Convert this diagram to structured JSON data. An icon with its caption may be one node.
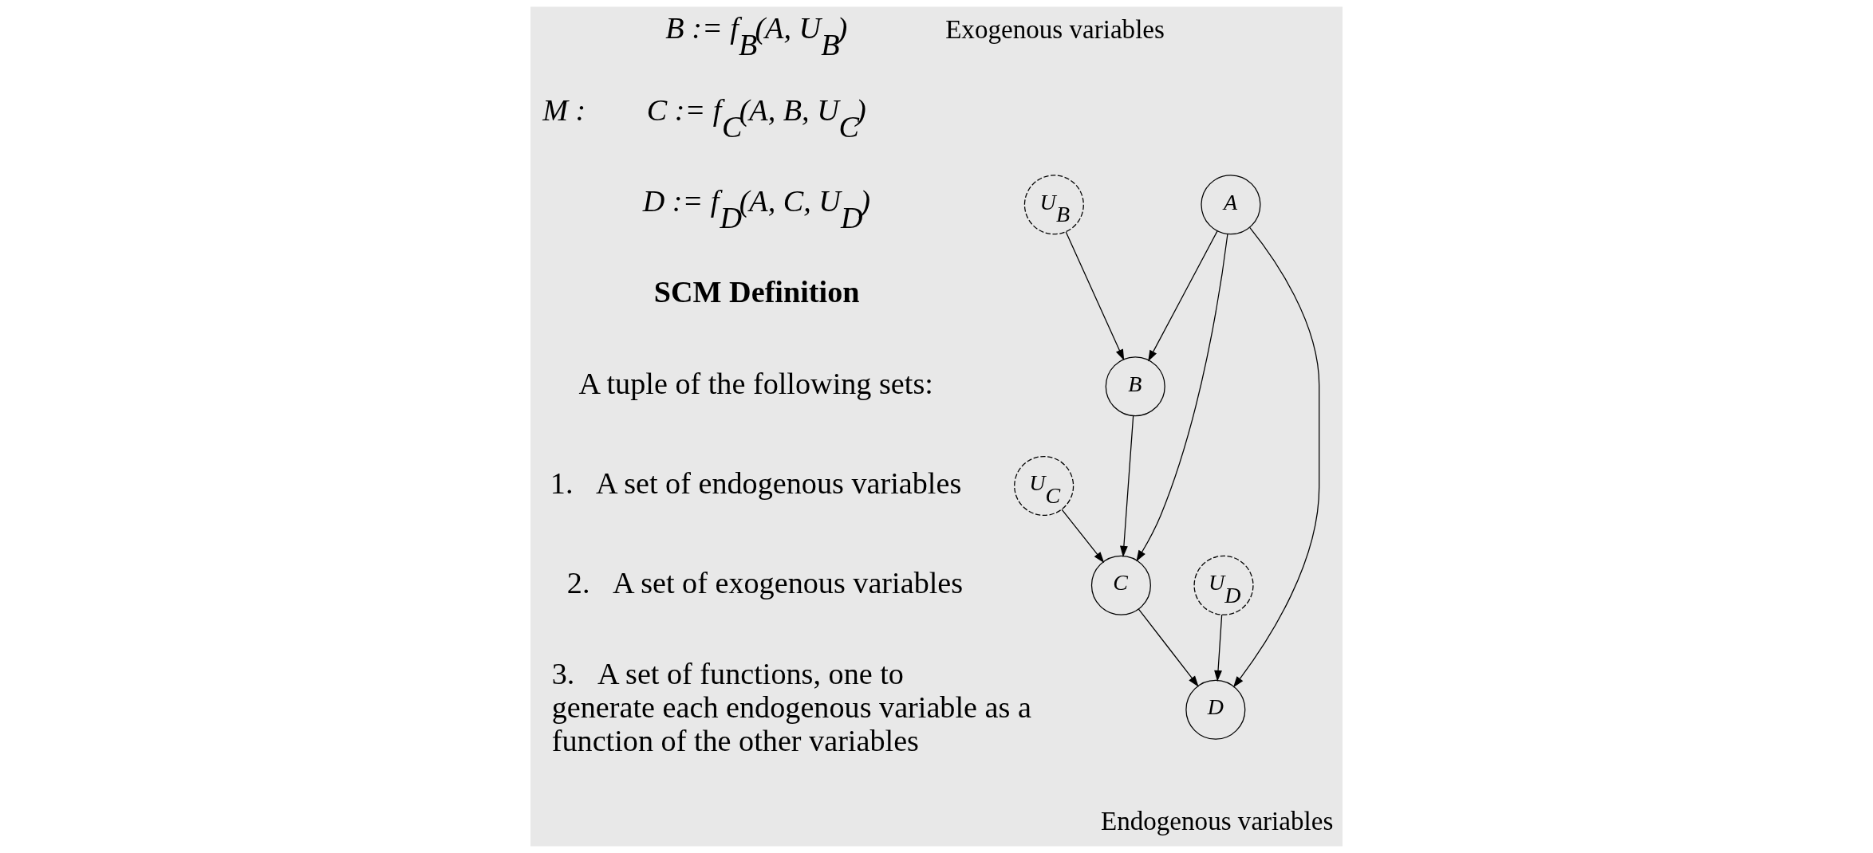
{
  "diagram": {
    "nodes": [
      {
        "text": [
          "A"
        ]
      },
      {
        "text": [
          "U$_{B}$"
        ]
      },
      {
        "text": [
          "B"
        ]
      },
      {
        "text": [
          "U$_{C}$"
        ]
      },
      {
        "text": [
          "C"
        ]
      },
      {
        "text": [
          "U$_{D}$"
        ]
      },
      {
        "text": [
          "D"
        ]
      }
    ],
    "edges": [
      {
        "from": 0,
        "to": 2,
        "arrow": "to"
      },
      {
        "from": 1,
        "to": 2,
        "arrow": "to"
      },
      {
        "from": 0,
        "to": 4,
        "arrow": "to"
      },
      {
        "from": 2,
        "to": 4,
        "arrow": "to"
      },
      {
        "from": 3,
        "to": 4,
        "arrow": "to"
      },
      {
        "from": 0,
        "to": 6,
        "arrow": "to"
      },
      {
        "from": 4,
        "to": 6,
        "arrow": "to"
      },
      {
        "from": 5,
        "to": 6,
        "arrow": "to"
      }
    ],
    "labels": [
      "Exogenous variables",
      "M :",
      "B := f$_{B}$(A, U$_{B}$)",
      "C := f$_{C}$(A, B, U$_{C}$)",
      "D := f$_{D}$(A, C, U$_{D}$)",
      "SCM Definition",
      "A tuple of the following sets:",
      "1.   A set of endogenous variables",
      "2.   A set of exogenous variables",
      "3.   A set of functions, one to generate each endogenous variable as a function of the other variables",
      "Endogenous variables"
    ]
  }
}
